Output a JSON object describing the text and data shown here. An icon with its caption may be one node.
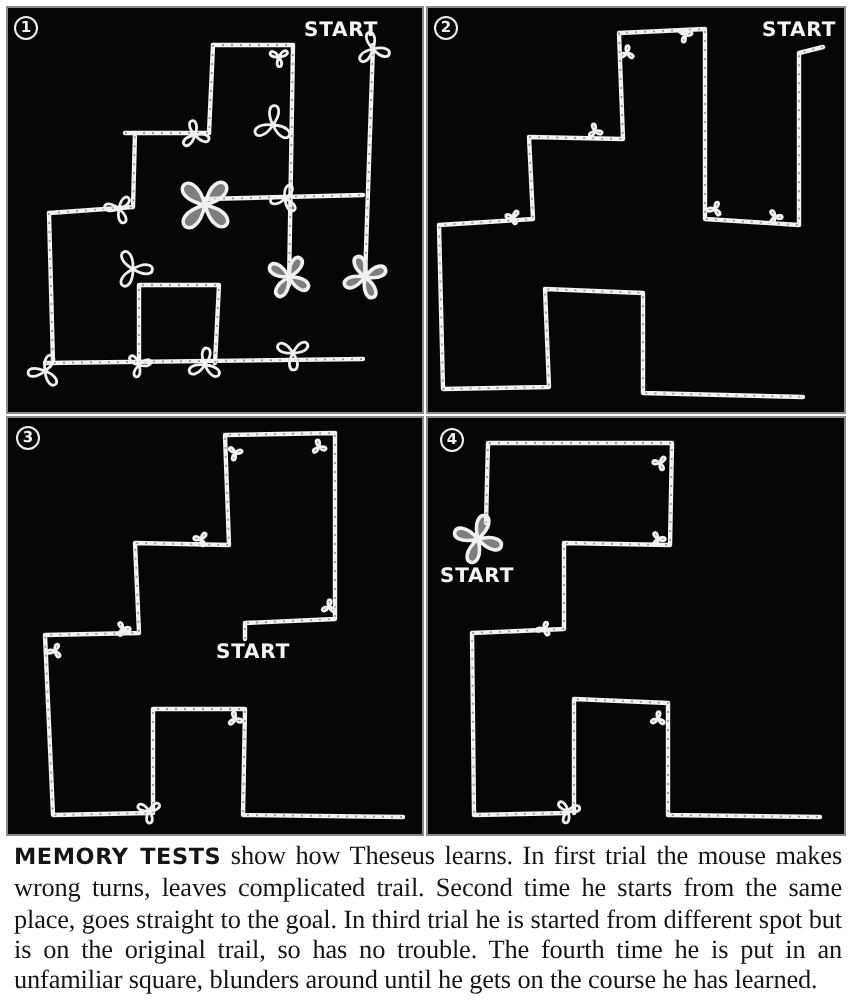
{
  "diagram": {
    "caption": "**MEMORY TESTS** show how Theseus learns. In first trial the mouse makes wrong turns, leaves complicated trail. Second time he starts from the same place, goes straight to the goal. In third trial he is started from different spot but is on the original trail, so has no trouble. The fourth time he is put in an unfamiliar square, blunders around until he gets on the course he has learned.",
    "nodes": [
      {
        "text": [
          "START"
        ]
      },
      {
        "text": [
          "1"
        ],
        "in": 0
      },
      {
        "text": [
          "START"
        ]
      },
      {
        "text": [
          "2"
        ],
        "in": 2
      },
      {
        "text": [
          "START"
        ]
      },
      {
        "text": [
          "3"
        ],
        "in": 4
      },
      {
        "text": [
          "START"
        ]
      },
      {
        "text": [
          "4"
        ],
        "in": 6
      }
    ]
  }
}
